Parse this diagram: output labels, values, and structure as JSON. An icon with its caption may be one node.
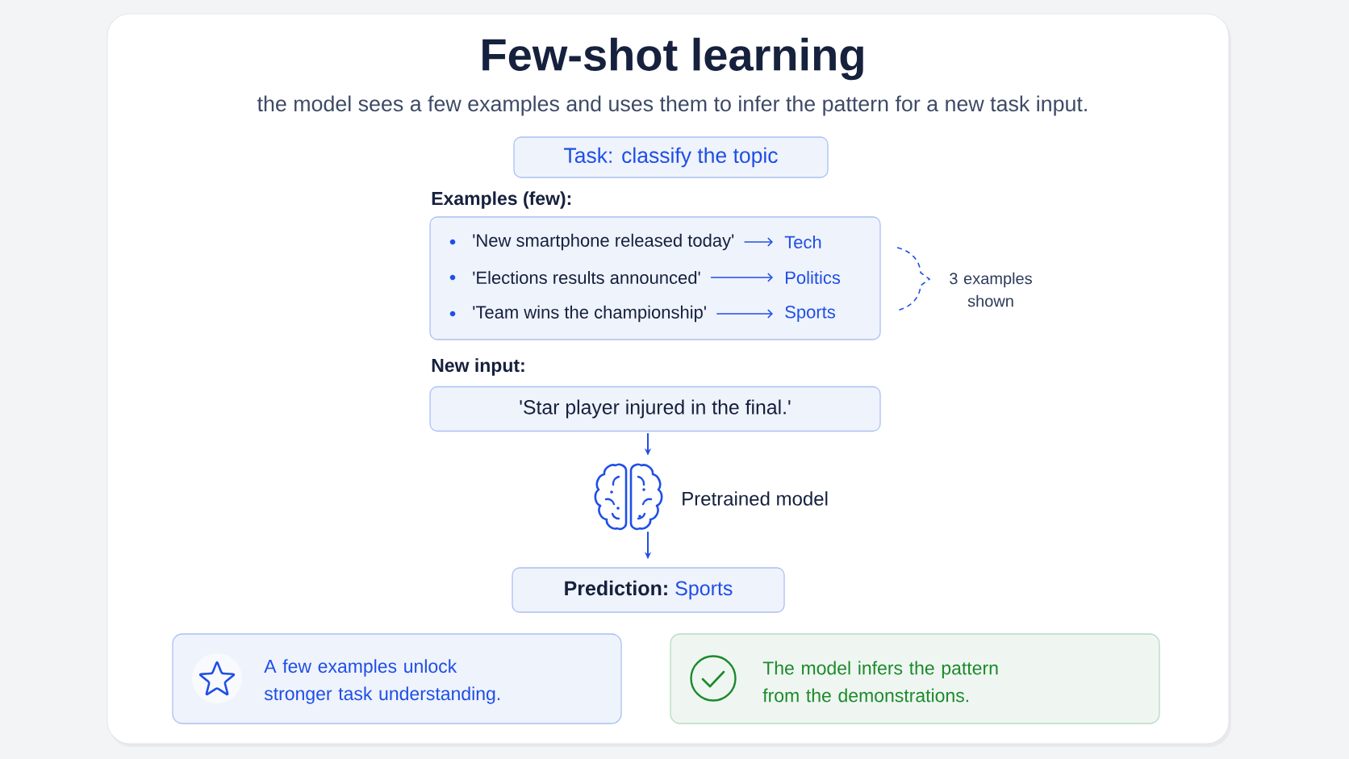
{
  "diagram": {
    "title": "Few-shot learning",
    "caption": "the model sees a few examples and uses them to infer the pattern for a new task input.",
    "nodes": [
      {
        "text": [
          "Task: classify the topic"
        ]
      },
      {
        "text": [
          "Examples (few):"
        ],
        "beside": [
          "3 examples shown"
        ]
      },
      {
        "text": [
          "'New smartphone released today'"
        ],
        "in": 1
      },
      {
        "text": [
          "Tech"
        ],
        "in": 1
      },
      {
        "text": [
          "'Elections results announced'"
        ],
        "in": 1
      },
      {
        "text": [
          "Politics"
        ],
        "in": 1
      },
      {
        "text": [
          "'Team wins the championship'"
        ],
        "in": 1
      },
      {
        "text": [
          "Sports"
        ],
        "in": 1
      },
      {
        "text": [
          "New input:",
          "'Star player injured in the final.'"
        ]
      },
      {
        "text": [],
        "shape": "picture",
        "beside": [
          "Pretrained model"
        ]
      },
      {
        "text": [
          "Prediction:",
          "Sports"
        ]
      },
      {
        "text": [
          "A few examples unlock stronger task understanding."
        ]
      },
      {
        "text": [
          "The model infers the pattern from the demonstrations."
        ]
      }
    ],
    "edges": [
      {
        "from": 2,
        "to": 3,
        "arrow": "to"
      },
      {
        "from": 4,
        "to": 5,
        "arrow": "to"
      },
      {
        "from": 6,
        "to": 7,
        "arrow": "to"
      },
      {
        "from": 8,
        "to": 9,
        "arrow": "to"
      },
      {
        "from": 9,
        "to": 10,
        "arrow": "to"
      }
    ]
  }
}
